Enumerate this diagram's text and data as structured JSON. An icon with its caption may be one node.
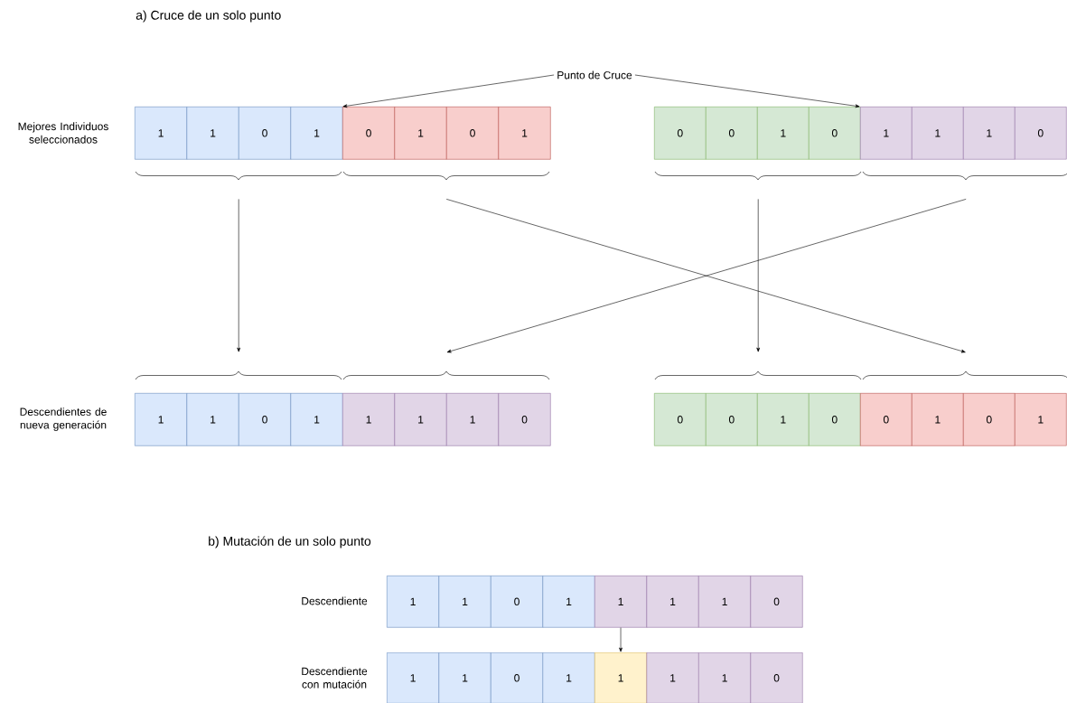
{
  "diagram": {
    "nodes": [
      {
        "text": [
          "Punto de Cruce"
        ]
      },
      {
        "text": [
          "1"
        ]
      },
      {
        "text": [
          "1"
        ]
      },
      {
        "text": [
          "0"
        ]
      },
      {
        "text": [
          "1"
        ]
      },
      {
        "text": [
          "0"
        ]
      },
      {
        "text": [
          "1"
        ]
      },
      {
        "text": [
          "0"
        ]
      },
      {
        "text": [
          "1"
        ]
      },
      {
        "text": [
          "0"
        ]
      },
      {
        "text": [
          "0"
        ]
      },
      {
        "text": [
          "1"
        ]
      },
      {
        "text": [
          "0"
        ]
      },
      {
        "text": [
          "1"
        ]
      },
      {
        "text": [
          "1"
        ]
      },
      {
        "text": [
          "1"
        ]
      },
      {
        "text": [
          "0"
        ]
      },
      {
        "text": [],
        "shape": "bracket"
      },
      {
        "text": [],
        "shape": "bracket"
      },
      {
        "text": [],
        "shape": "bracket"
      },
      {
        "text": [],
        "shape": "bracket"
      },
      {
        "text": [],
        "shape": "bracket"
      },
      {
        "text": [],
        "shape": "bracket"
      },
      {
        "text": [],
        "shape": "bracket"
      },
      {
        "text": [],
        "shape": "bracket"
      },
      {
        "text": [
          "1"
        ]
      },
      {
        "text": [
          "1"
        ]
      },
      {
        "text": [
          "0"
        ]
      },
      {
        "text": [
          "1"
        ]
      },
      {
        "text": [
          "1"
        ]
      },
      {
        "text": [
          "1"
        ]
      },
      {
        "text": [
          "1"
        ]
      },
      {
        "text": [
          "0"
        ]
      },
      {
        "text": [
          "0"
        ]
      },
      {
        "text": [
          "0"
        ]
      },
      {
        "text": [
          "1"
        ]
      },
      {
        "text": [
          "0"
        ]
      },
      {
        "text": [
          "0"
        ]
      },
      {
        "text": [
          "1"
        ]
      },
      {
        "text": [
          "0"
        ]
      },
      {
        "text": [
          "1"
        ]
      },
      {
        "text": [
          "1"
        ]
      },
      {
        "text": [
          "1"
        ]
      },
      {
        "text": [
          "0"
        ]
      },
      {
        "text": [
          "1"
        ]
      },
      {
        "text": [
          "1"
        ]
      },
      {
        "text": [
          "1"
        ]
      },
      {
        "text": [
          "1"
        ]
      },
      {
        "text": [
          "0"
        ]
      },
      {
        "text": [
          "1"
        ]
      },
      {
        "text": [
          "1"
        ]
      },
      {
        "text": [
          "0"
        ]
      },
      {
        "text": [
          "1"
        ]
      },
      {
        "text": [
          "1"
        ]
      },
      {
        "text": [
          "1"
        ]
      },
      {
        "text": [
          "1"
        ]
      },
      {
        "text": [
          "0"
        ]
      }
    ],
    "edges": [
      {
        "from": 0,
        "to": 5,
        "arrow": "to"
      },
      {
        "from": 0,
        "to": 13,
        "arrow": "to"
      },
      {
        "from": 17,
        "to": 21,
        "arrow": "to"
      },
      {
        "from": 18,
        "to": 24,
        "arrow": "to"
      },
      {
        "from": 19,
        "to": 23,
        "arrow": "to"
      },
      {
        "from": 20,
        "to": 22,
        "arrow": "to"
      },
      {
        "from": 45,
        "to": 53,
        "arrow": "to"
      }
    ],
    "labels": [
      "a) Cruce de un solo punto",
      "Mejores Individuos seleccionados",
      "Descendientes de nueva generación",
      "b) Mutación de un solo punto",
      "Descendiente",
      "Descendiente con mutación"
    ]
  }
}
